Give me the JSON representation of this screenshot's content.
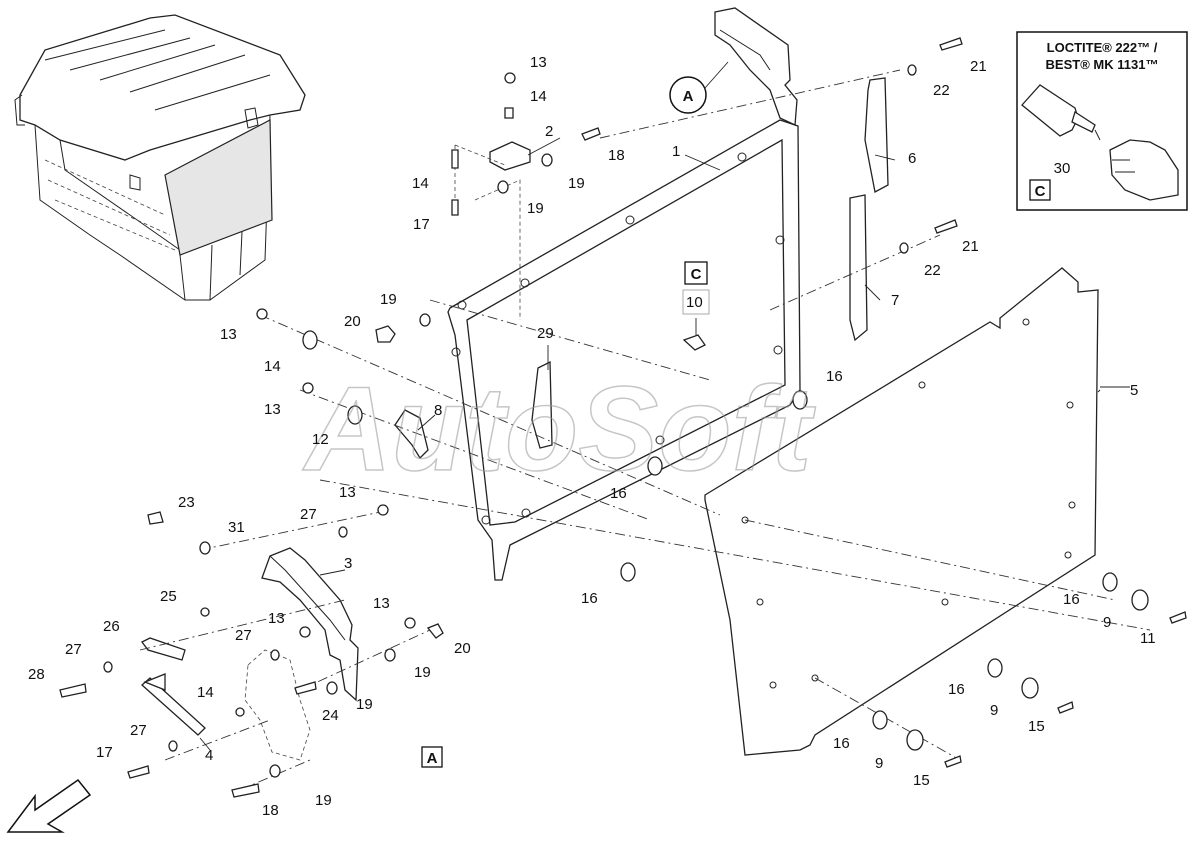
{
  "watermark": "AutoSoft",
  "legend": {
    "line1": "LOCTITE® 222™ /",
    "line2": "BEST® MK 1131™",
    "part_number": "30",
    "key": "C"
  },
  "detail_flags": {
    "a_circle": "A",
    "a_box": "A",
    "c_box": "C"
  },
  "callouts": {
    "c1": "1",
    "c2": "2",
    "c3": "3",
    "c4": "4",
    "c5": "5",
    "c6": "6",
    "c7": "7",
    "c8": "8",
    "c9a": "9",
    "c9b": "9",
    "c9c": "9",
    "c10": "10",
    "c11": "11",
    "c12": "12",
    "c13a": "13",
    "c13b": "13",
    "c13c": "13",
    "c13d": "13",
    "c13e": "13",
    "c13f": "13",
    "c14a": "14",
    "c14b": "14",
    "c14c": "14",
    "c14d": "14",
    "c15a": "15",
    "c15b": "15",
    "c16a": "16",
    "c16b": "16",
    "c16c": "16",
    "c16d": "16",
    "c16e": "16",
    "c16f": "16",
    "c17a": "17",
    "c17b": "17",
    "c18a": "18",
    "c18b": "18",
    "c19a": "19",
    "c19b": "19",
    "c19c": "19",
    "c19d": "19",
    "c19e": "19",
    "c19f": "19",
    "c20a": "20",
    "c20b": "20",
    "c21a": "21",
    "c21b": "21",
    "c22a": "22",
    "c22b": "22",
    "c23": "23",
    "c24": "24",
    "c25": "25",
    "c26": "26",
    "c27a": "27",
    "c27b": "27",
    "c27c": "27",
    "c28": "28",
    "c29": "29",
    "c31": "31"
  }
}
